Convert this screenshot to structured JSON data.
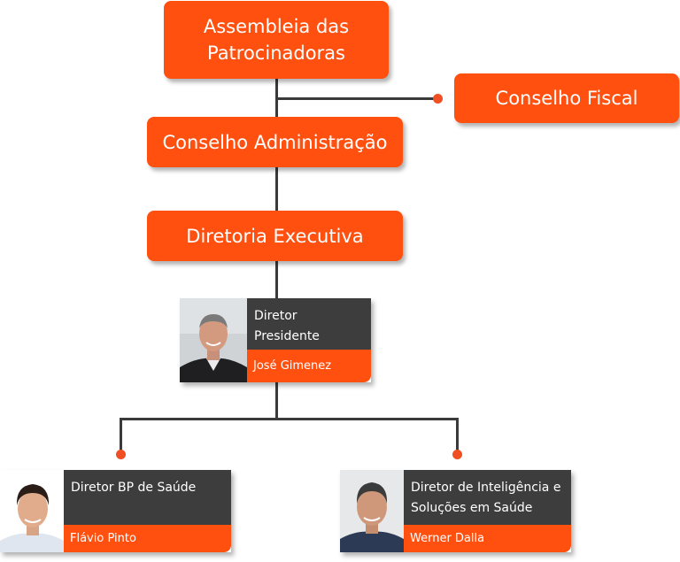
{
  "boxes": {
    "assembleia": "Assembleia das\nPatrocinadoras",
    "conselho_fiscal": "Conselho Fiscal",
    "conselho_administracao": "Conselho Administração",
    "diretoria_executiva": "Diretoria Executiva"
  },
  "cards": {
    "presidente": {
      "title": "Diretor Presidente",
      "name": "José Gimenez"
    },
    "bp_saude": {
      "title": "Diretor BP de Saúde",
      "name": "Flávio Pinto"
    },
    "inteligencia": {
      "title": "Diretor de Inteligência e\nSoluções em Saúde",
      "name": "Werner Dalla"
    }
  },
  "colors": {
    "accent": "#ff5010",
    "dark": "#3d3d3d",
    "line": "#3a3a3a"
  }
}
